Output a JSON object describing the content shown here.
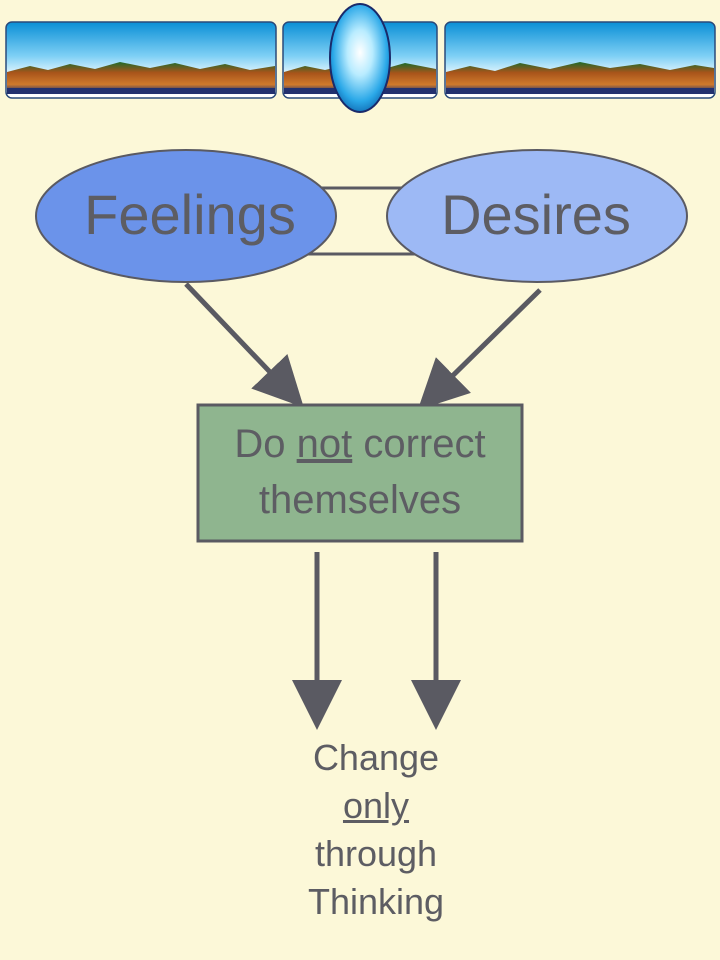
{
  "diagram": {
    "nodes": {
      "feelings": "Feelings",
      "desires": "Desires",
      "box_line1_pre": "Do ",
      "box_line1_emph": "not",
      "box_line1_post": " correct",
      "box_line2": "themselves",
      "change_line1": "Change",
      "change_line2": "only",
      "change_line3": "through",
      "change_line4": "Thinking"
    },
    "colors": {
      "background": "#fcf8d8",
      "feelings_fill": "#6b93ea",
      "desires_fill": "#9db9f5",
      "box_fill": "#8fb58f",
      "stroke": "#5a5a62",
      "text": "#5d5d63"
    }
  }
}
